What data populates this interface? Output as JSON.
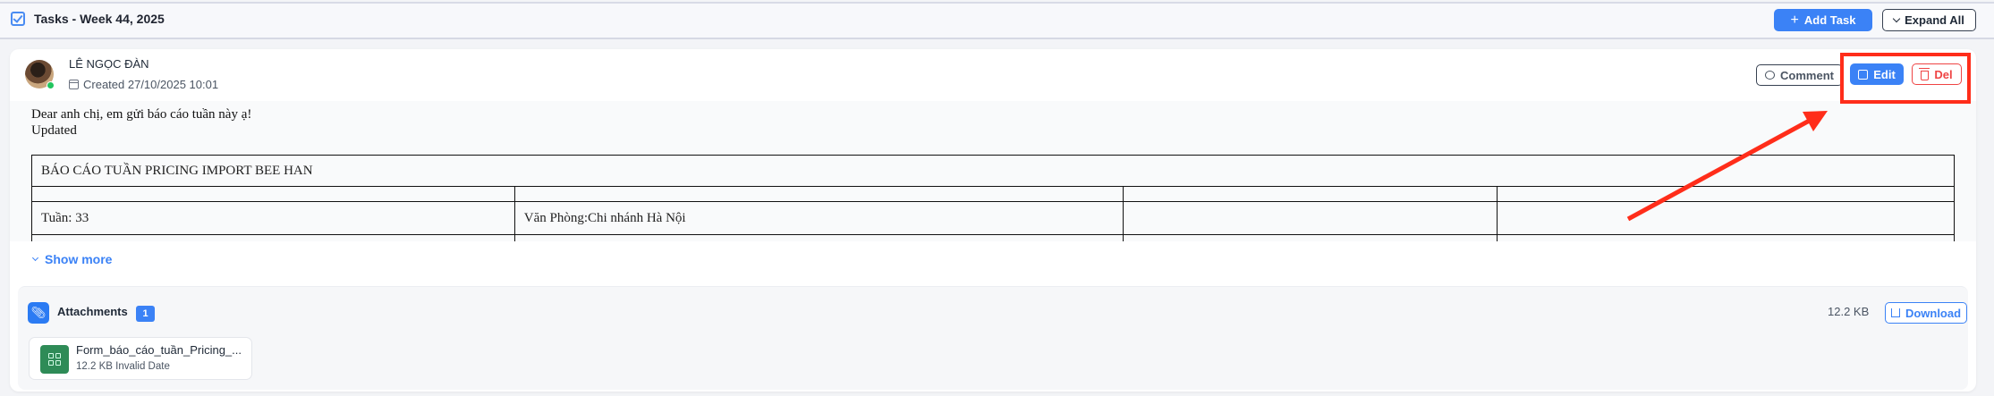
{
  "header": {
    "title": "Tasks - Week 44, 2025",
    "add_task_label": "Add Task",
    "expand_all_label": "Expand All"
  },
  "task": {
    "author": "LÊ NGỌC ĐÀN",
    "created": "Created 27/10/2025 10:01",
    "online": true,
    "actions": {
      "comment_label": "Comment",
      "edit_label": "Edit",
      "delete_label": "Del"
    },
    "message_lines": [
      "Dear anh chị, em gửi báo cáo tuần này ạ!",
      "Updated"
    ],
    "report_table": {
      "title": "BÁO CÁO TUẦN PRICING IMPORT BEE HAN",
      "rows": [
        [
          "",
          "",
          "",
          ""
        ],
        [
          "Tuần: 33",
          "Văn Phòng:Chi nhánh Hà Nội",
          "",
          ""
        ],
        [
          "",
          "",
          "",
          ""
        ]
      ]
    },
    "show_more_label": "Show more"
  },
  "attachments": {
    "label": "Attachments",
    "count": "1",
    "total_size": "12.2 KB",
    "download_label": "Download",
    "files": [
      {
        "name": "Form_báo_cáo_tuần_Pricing_...",
        "size": "12.2 KB",
        "date": "Invalid Date",
        "type": "spreadsheet"
      }
    ]
  },
  "annotation": {
    "highlight_color": "#ff2d1a",
    "highlight_target": "edit-delete-buttons"
  },
  "colors": {
    "primary": "#3b82f6",
    "danger": "#ef4444",
    "sheet": "#2e8b57",
    "online": "#22c55e"
  }
}
